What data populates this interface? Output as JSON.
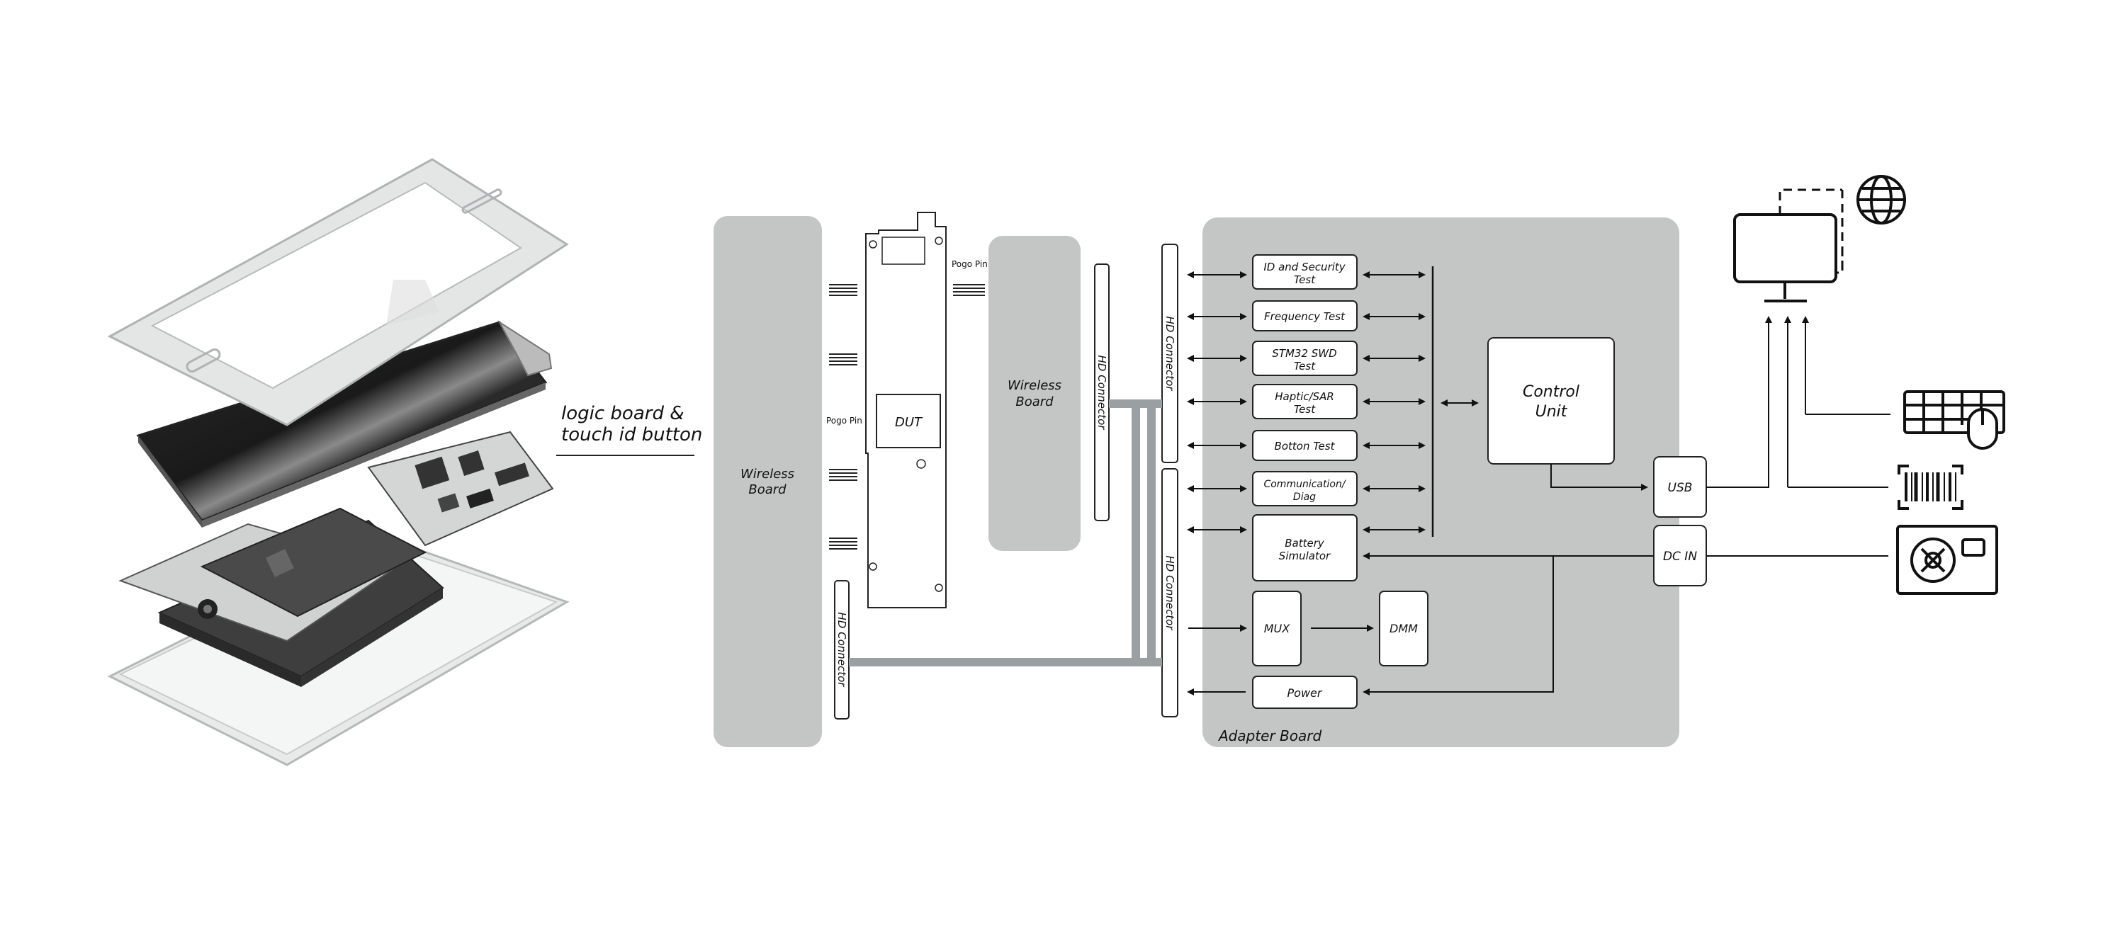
{
  "callout": {
    "line1": "logic board &",
    "line2": "touch id button"
  },
  "diagram": {
    "wireless_board_left": [
      "Wireless",
      "Board"
    ],
    "wireless_board_mid": [
      "Wireless",
      "Board"
    ],
    "pogo_pin_left": "Pogo Pin",
    "pogo_pin_right": "Pogo Pin",
    "dut": "DUT",
    "hd_connector": "HD Connector",
    "adapter_board": "Adapter Board",
    "tests": {
      "id_security": [
        "ID and Security",
        "Test"
      ],
      "frequency": "Frequency Test",
      "stm32": [
        "STM32 SWD",
        "Test"
      ],
      "haptic": [
        "Haptic/SAR",
        "Test"
      ],
      "botton": "Botton Test",
      "communication": [
        "Communication/",
        "Diag"
      ],
      "battery": [
        "Battery",
        "Simulator"
      ]
    },
    "mux": "MUX",
    "dmm": "DMM",
    "power": "Power",
    "control_unit": [
      "Control",
      "Unit"
    ],
    "usb": "USB",
    "dc_in": "DC IN"
  },
  "colors": {
    "panel": "#c4c6c6",
    "bus": "#9aa0a2",
    "line": "#111111"
  },
  "icons": [
    "globe-icon",
    "monitor-icon",
    "keyboard-mouse-icon",
    "barcode-scanner-icon",
    "power-supply-icon"
  ]
}
